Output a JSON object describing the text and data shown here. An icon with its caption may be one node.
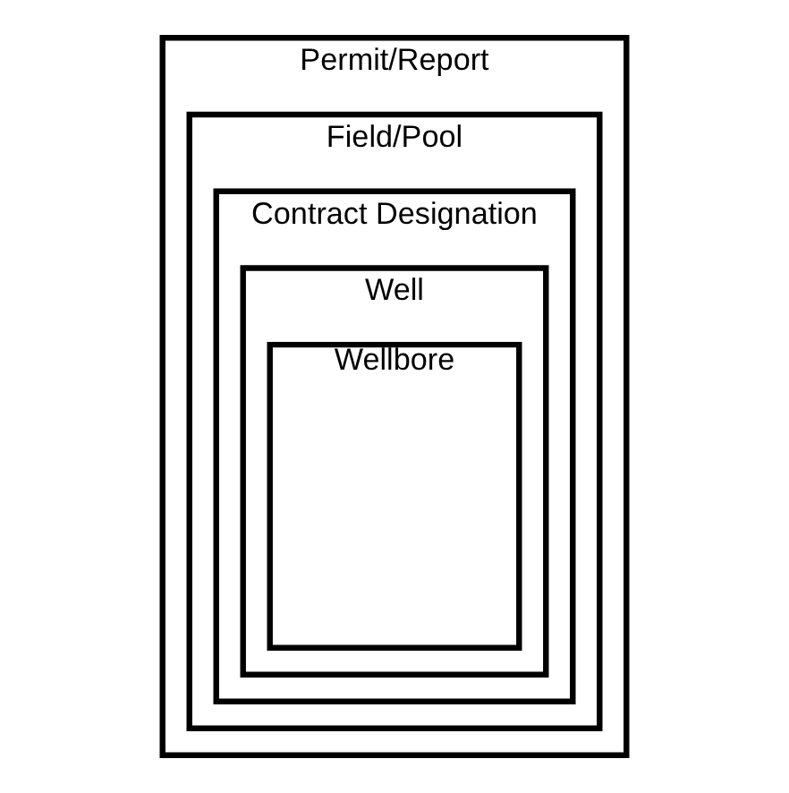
{
  "diagram": {
    "nodes": [
      {
        "text": [
          "Permit/Report"
        ]
      },
      {
        "text": [
          "Field/Pool"
        ],
        "in": 0
      },
      {
        "text": [
          "Contract Designation"
        ],
        "in": 1
      },
      {
        "text": [
          "Well"
        ],
        "in": 2
      },
      {
        "text": [
          "Wellbore"
        ],
        "in": 3
      }
    ]
  }
}
